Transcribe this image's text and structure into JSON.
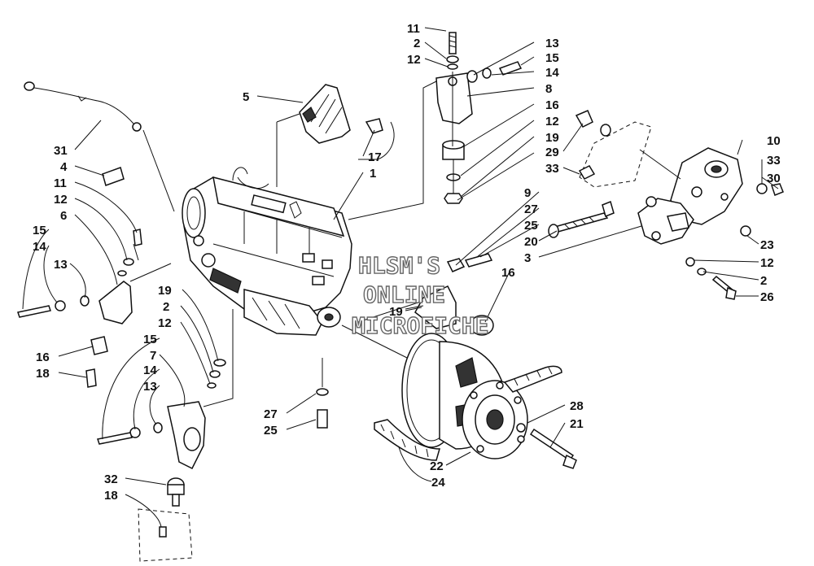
{
  "watermark": {
    "line1": "HLSM'S",
    "line2": "ONLINE",
    "line3": "MICROFICHE"
  },
  "callouts": [
    {
      "id": "c11a",
      "text": "11"
    },
    {
      "id": "c2a",
      "text": "2"
    },
    {
      "id": "c12a",
      "text": "12"
    },
    {
      "id": "c13a",
      "text": "13"
    },
    {
      "id": "c15a",
      "text": "15"
    },
    {
      "id": "c14a",
      "text": "14"
    },
    {
      "id": "c8",
      "text": "8"
    },
    {
      "id": "c16a",
      "text": "16"
    },
    {
      "id": "c12b",
      "text": "12"
    },
    {
      "id": "c19a",
      "text": "19"
    },
    {
      "id": "c5",
      "text": "5"
    },
    {
      "id": "c17",
      "text": "17"
    },
    {
      "id": "c1",
      "text": "1"
    },
    {
      "id": "c31",
      "text": "31"
    },
    {
      "id": "c4",
      "text": "4"
    },
    {
      "id": "c11b",
      "text": "11"
    },
    {
      "id": "c12c",
      "text": "12"
    },
    {
      "id": "c6",
      "text": "6"
    },
    {
      "id": "c15b",
      "text": "15"
    },
    {
      "id": "c14b",
      "text": "14"
    },
    {
      "id": "c13b",
      "text": "13"
    },
    {
      "id": "c16b",
      "text": "16"
    },
    {
      "id": "c18a",
      "text": "18"
    },
    {
      "id": "c10",
      "text": "10"
    },
    {
      "id": "c29",
      "text": "29"
    },
    {
      "id": "c33a",
      "text": "33"
    },
    {
      "id": "c33b",
      "text": "33"
    },
    {
      "id": "c30",
      "text": "30"
    },
    {
      "id": "c9",
      "text": "9"
    },
    {
      "id": "c27a",
      "text": "27"
    },
    {
      "id": "c25a",
      "text": "25"
    },
    {
      "id": "c20",
      "text": "20"
    },
    {
      "id": "c3",
      "text": "3"
    },
    {
      "id": "c23",
      "text": "23"
    },
    {
      "id": "c12d",
      "text": "12"
    },
    {
      "id": "c2b",
      "text": "2"
    },
    {
      "id": "c26",
      "text": "26"
    },
    {
      "id": "c16c",
      "text": "16"
    },
    {
      "id": "c19b",
      "text": "19"
    },
    {
      "id": "c19c",
      "text": "19"
    },
    {
      "id": "c2c",
      "text": "2"
    },
    {
      "id": "c12e",
      "text": "12"
    },
    {
      "id": "c15c",
      "text": "15"
    },
    {
      "id": "c7",
      "text": "7"
    },
    {
      "id": "c14c",
      "text": "14"
    },
    {
      "id": "c13c",
      "text": "13"
    },
    {
      "id": "c27b",
      "text": "27"
    },
    {
      "id": "c25b",
      "text": "25"
    },
    {
      "id": "c28",
      "text": "28"
    },
    {
      "id": "c21",
      "text": "21"
    },
    {
      "id": "c22",
      "text": "22"
    },
    {
      "id": "c24",
      "text": "24"
    },
    {
      "id": "c32",
      "text": "32"
    },
    {
      "id": "c18b",
      "text": "18"
    }
  ]
}
